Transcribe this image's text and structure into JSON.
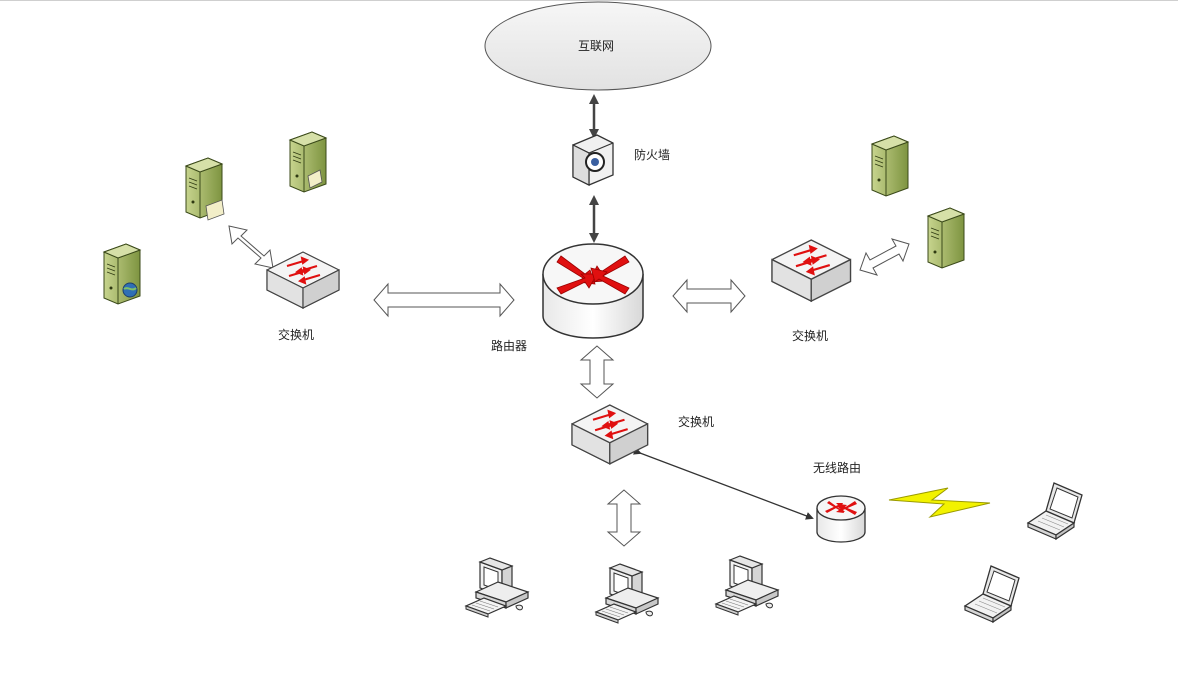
{
  "diagram": {
    "nodes": [
      {
        "id": "internet",
        "type": "cloud",
        "label": "互联网"
      },
      {
        "id": "firewall",
        "type": "firewall",
        "label": "防火墙"
      },
      {
        "id": "router",
        "type": "router",
        "label": "路由器"
      },
      {
        "id": "switch-left",
        "type": "switch",
        "label": "交换机"
      },
      {
        "id": "switch-right",
        "type": "switch",
        "label": "交换机"
      },
      {
        "id": "switch-bottom",
        "type": "switch",
        "label": "交换机"
      },
      {
        "id": "wireless-router",
        "type": "wireless-router",
        "label": "无线路由"
      },
      {
        "id": "server-left-1",
        "type": "server",
        "label": ""
      },
      {
        "id": "server-left-2",
        "type": "server",
        "label": ""
      },
      {
        "id": "server-left-3",
        "type": "web-server",
        "label": ""
      },
      {
        "id": "server-right-1",
        "type": "server",
        "label": ""
      },
      {
        "id": "server-right-2",
        "type": "server",
        "label": ""
      },
      {
        "id": "pc-1",
        "type": "pc",
        "label": ""
      },
      {
        "id": "pc-2",
        "type": "pc",
        "label": ""
      },
      {
        "id": "pc-3",
        "type": "pc",
        "label": ""
      },
      {
        "id": "laptop-1",
        "type": "laptop",
        "label": ""
      },
      {
        "id": "laptop-2",
        "type": "laptop",
        "label": ""
      }
    ],
    "edges": [
      {
        "from": "internet",
        "to": "firewall",
        "style": "double-arrow"
      },
      {
        "from": "firewall",
        "to": "router",
        "style": "double-arrow"
      },
      {
        "from": "router",
        "to": "switch-left",
        "style": "block-arrow"
      },
      {
        "from": "router",
        "to": "switch-right",
        "style": "block-arrow"
      },
      {
        "from": "router",
        "to": "switch-bottom",
        "style": "block-arrow"
      },
      {
        "from": "switch-left",
        "to": "server-left-2",
        "style": "block-arrow"
      },
      {
        "from": "switch-right",
        "to": "server-right-2",
        "style": "block-arrow"
      },
      {
        "from": "switch-bottom",
        "to": "pc-2",
        "style": "block-arrow"
      },
      {
        "from": "switch-bottom",
        "to": "wireless-router",
        "style": "double-arrow"
      },
      {
        "from": "wireless-router",
        "to": "laptop-1",
        "style": "wireless"
      }
    ]
  },
  "colors": {
    "server_green": "#9bb15a",
    "router_red": "#e01010",
    "wireless_yellow": "#f2f200",
    "cloud_fill": "#ececec",
    "line": "#333333"
  }
}
